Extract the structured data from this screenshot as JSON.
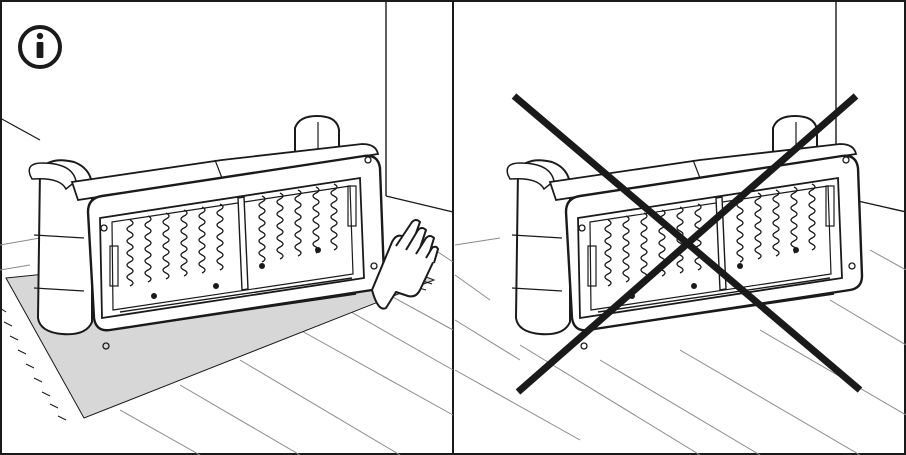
{
  "panels": [
    {
      "id": "left",
      "role": "correct",
      "indicator_icon": "info-icon",
      "shows": [
        "rug",
        "sofa-face-down",
        "hand-icon"
      ]
    },
    {
      "id": "right",
      "role": "incorrect",
      "indicator_icon": "cross-mark-icon",
      "shows": [
        "bare-floor",
        "sofa-face-down"
      ]
    }
  ],
  "colors": {
    "ink": "#1a1a1a",
    "rug": "#d7d7d7",
    "paper": "#ffffff",
    "floor_lines": "#8a8a8a"
  }
}
